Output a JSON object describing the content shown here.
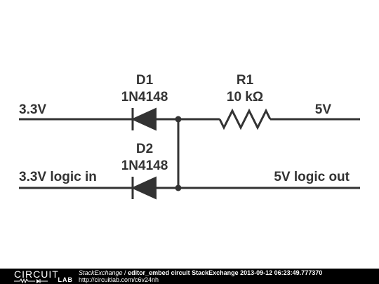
{
  "labels": {
    "d1_ref": "D1",
    "d1_part": "1N4148",
    "r1_ref": "R1",
    "r1_value": "10 kΩ",
    "d2_ref": "D2",
    "d2_part": "1N4148",
    "net_3v3": "3.3V",
    "net_5v": "5V",
    "net_logic_in": "3.3V logic in",
    "net_logic_out": "5V logic out"
  },
  "footer": {
    "logo_top": "CIRCUIT",
    "logo_bottom": "LAB",
    "brand": "StackExchange",
    "separator": " / ",
    "description": "editor_embed circuit StackExchange 2013-09-12 06:23:49.777370",
    "url": "http://circuitlab.com/c6v24nh"
  },
  "colors": {
    "ink": "#333333",
    "background": "#ffffff",
    "footer_bg": "#000000",
    "footer_text": "#ffffff"
  }
}
